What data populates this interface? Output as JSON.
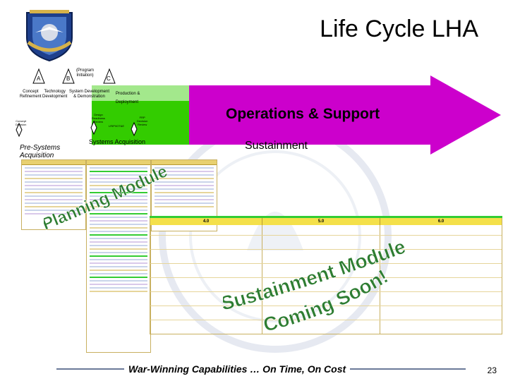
{
  "title": "Life Cycle LHA",
  "milestones": {
    "initiation": "(Program\nInitiation)",
    "a": "A",
    "b": "B",
    "c": "C"
  },
  "phases": {
    "concept_refinement": "Concept\nRefinement",
    "technology_development": "Technology\nDevelopment",
    "system_development": "System Development\n& Demonstration",
    "production_deployment": "Production &\nDeployment",
    "concept_decision": "Concept\nDecision",
    "design_readiness_review": "Design\nReadiness\nReview",
    "lrip_iote": "LRIP/IOT&E",
    "frp_decision_review": "FRP\nDecision\nReview"
  },
  "operations_support": "Operations & Support",
  "pre_systems_acquisition": "Pre-Systems\nAcquisition",
  "systems_acquisition": "Systems Acquisition",
  "sustainment": "Sustainment",
  "column_numbers": [
    "4.0",
    "5.0",
    "6.0"
  ],
  "planning_module": "Planning Module",
  "sustainment_module": "Sustainment Module",
  "coming_soon": "Coming Soon!",
  "footer": "War-Winning Capabilities … On Time, On Cost",
  "page_number": "23",
  "colors": {
    "arrow": "#cc00cc",
    "green_phase": "#33cc00",
    "table_header": "#f4e04a",
    "wordart": "#2e7d32"
  }
}
